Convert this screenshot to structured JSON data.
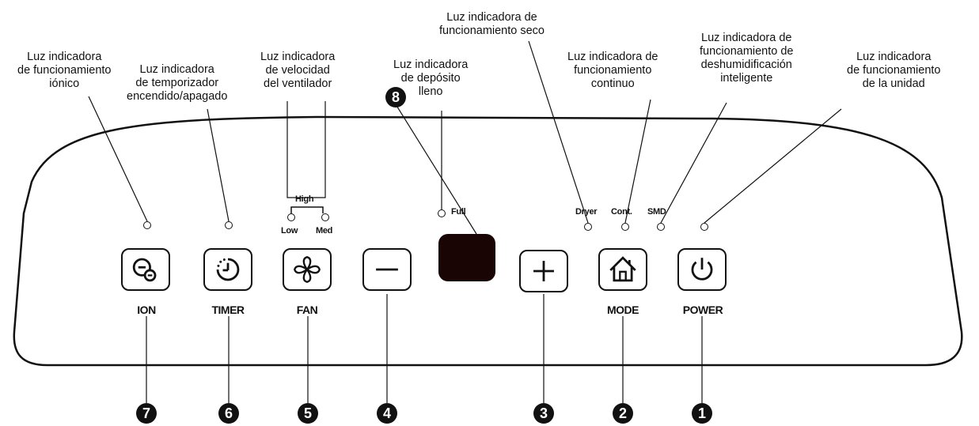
{
  "callouts": {
    "ionic": [
      "Luz indicadora",
      "de funcionamiento",
      "iónico"
    ],
    "timer": [
      "Luz indicadora",
      "de temporizador",
      "encendido/apagado"
    ],
    "fan": [
      "Luz indicadora",
      "de velocidad",
      "del ventilador"
    ],
    "full": [
      "Luz indicadora",
      "de depósito",
      "lleno"
    ],
    "dryer": [
      "Luz indicadora de",
      "funcionamiento seco"
    ],
    "continuous": [
      "Luz indicadora de",
      "funcionamiento",
      "continuo"
    ],
    "smart": [
      "Luz indicadora de",
      "funcionamiento de",
      "deshumidificación",
      "inteligente"
    ],
    "unit": [
      "Luz indicadora",
      "de funcionamiento",
      "de la unidad"
    ]
  },
  "panel_labels": {
    "high": "High",
    "low": "Low",
    "med": "Med",
    "full": "Full",
    "dryer": "Dryer",
    "cont": "Cont.",
    "smd": "SMD"
  },
  "buttons": {
    "ion": {
      "label": "ION",
      "icon": "ion-icon"
    },
    "timer": {
      "label": "TIMER",
      "icon": "timer-icon"
    },
    "fan": {
      "label": "FAN",
      "icon": "fan-icon"
    },
    "minus": {
      "label": "",
      "icon": "minus-icon"
    },
    "plus": {
      "label": "",
      "icon": "plus-icon"
    },
    "mode": {
      "label": "MODE",
      "icon": "home-icon"
    },
    "power": {
      "label": "POWER",
      "icon": "power-icon"
    }
  },
  "numbers": [
    "7",
    "6",
    "5",
    "4",
    "8",
    "3",
    "2",
    "1"
  ]
}
